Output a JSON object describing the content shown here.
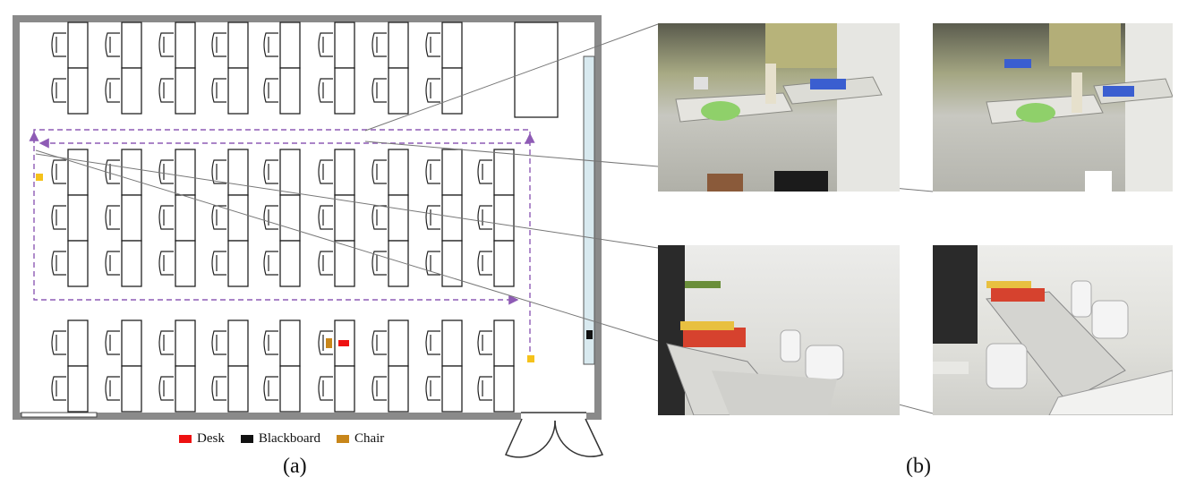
{
  "legend": [
    {
      "label": "Desk",
      "color": "#ee1111"
    },
    {
      "label": "Blackboard",
      "color": "#111111"
    },
    {
      "label": "Chair",
      "color": "#c8861a"
    }
  ],
  "captions": {
    "a": "(a)",
    "b": "(b)"
  },
  "colors": {
    "wall": "#8a8a8a",
    "path": "#8e5bb5",
    "camera": "#f5c21b",
    "blackboard_panel": "#d8e9ef",
    "leader_line": "#777777"
  },
  "photos": [
    {
      "name": "photo-top-left",
      "subject": "classroom-desks-window"
    },
    {
      "name": "photo-top-right",
      "subject": "classroom-desks-window"
    },
    {
      "name": "photo-bottom-left",
      "subject": "desks-with-books-wall"
    },
    {
      "name": "photo-bottom-right",
      "subject": "desks-with-books-wall"
    }
  ]
}
